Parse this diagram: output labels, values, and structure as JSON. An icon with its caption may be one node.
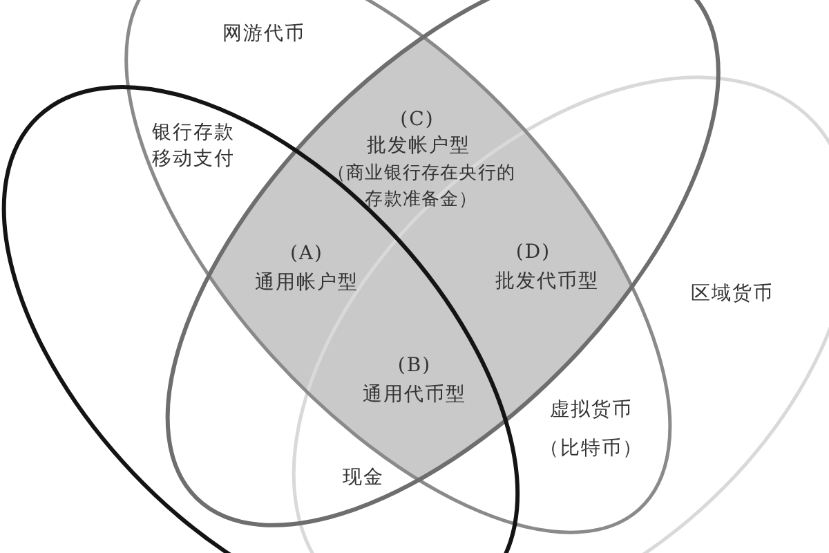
{
  "diagram": {
    "nodes": [
      {
        "text": [
          "(C)",
          "批发帐户型",
          "（商业银行存在央行的存款准备金）",
          "(A)",
          "通用帐户型",
          "(D)",
          "批发代币型",
          "(B)",
          "通用代币型"
        ]
      }
    ],
    "labels": [
      "网游代币",
      "银行存款移动支付",
      "区域货币",
      "虚拟货币",
      "（比特币）",
      "现金"
    ]
  }
}
